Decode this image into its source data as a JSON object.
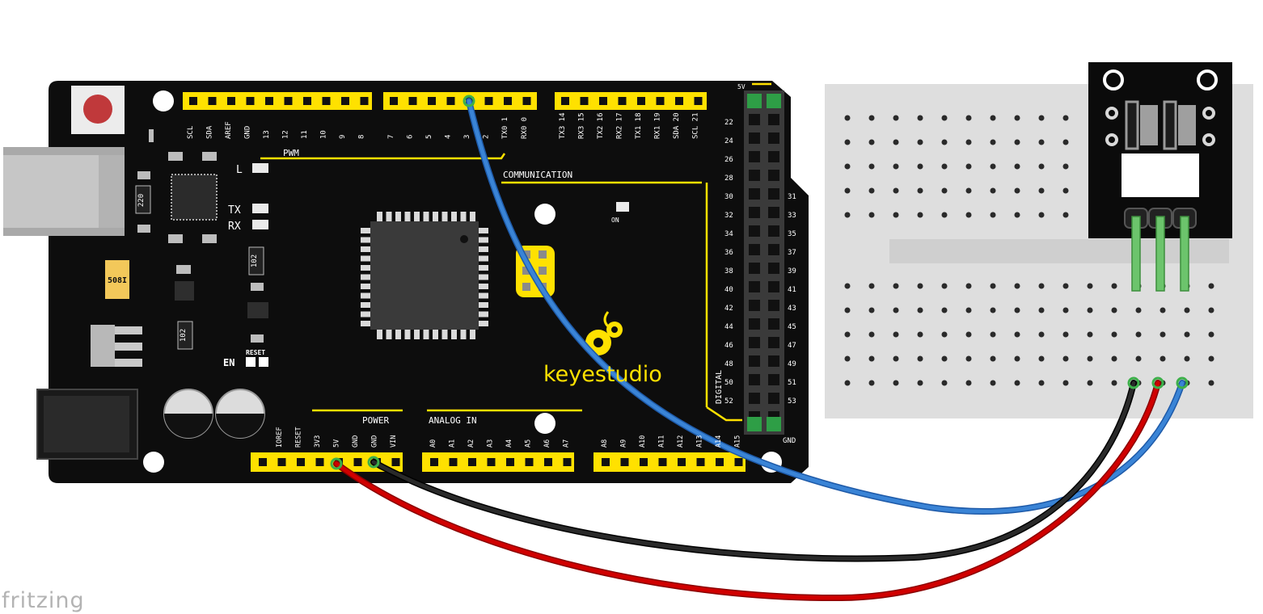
{
  "board": {
    "top_pins": [
      "SCL",
      "SDA",
      "AREF",
      "GND",
      "13",
      "12",
      "11",
      "10",
      "9",
      "8",
      "7",
      "6",
      "5",
      "4",
      "3",
      "2",
      "TX0 1",
      "RX0 0",
      "TX3 14",
      "RX3 15",
      "TX2 16",
      "RX2 17",
      "TX1 18",
      "RX1 19",
      "SDA 20",
      "SCL 21"
    ],
    "pwm_label": "PWM",
    "communication_label": "COMMUNICATION",
    "led_l": "L",
    "led_tx": "TX",
    "led_rx": "RX",
    "led_on": "ON",
    "en_label": "EN",
    "reset_label": "RESET",
    "chip_220": "220",
    "chip_102a": "102",
    "chip_102b": "102",
    "crystal": "508I",
    "brand": "keyestudio",
    "power_label": "POWER",
    "analog_label": "ANALOG IN",
    "power_pins": [
      "IOREF",
      "RESET",
      "3V3",
      "5V",
      "GND",
      "GND",
      "VIN"
    ],
    "analog_pins": [
      "A0",
      "A1",
      "A2",
      "A3",
      "A4",
      "A5",
      "A6",
      "A7",
      "A8",
      "A9",
      "A10",
      "A11",
      "A12",
      "A13",
      "A14",
      "A15"
    ],
    "digital_label": "DIGITAL",
    "header_5v": "5V",
    "header_gnd": "GND",
    "digital_left": [
      "22",
      "24",
      "26",
      "28",
      "30",
      "32",
      "34",
      "36",
      "38",
      "40",
      "42",
      "44",
      "46",
      "48",
      "50",
      "52"
    ],
    "digital_right": [
      "31",
      "33",
      "35",
      "37",
      "39",
      "41",
      "43",
      "45",
      "47",
      "49",
      "51",
      "53"
    ]
  },
  "footer": {
    "logo": "fritzing"
  },
  "colors": {
    "board": "#0d0d0d",
    "header": "#ffe100",
    "wire_blue": "#3a7fd0",
    "wire_red": "#c00000",
    "wire_black": "#111111",
    "breadboard": "#dcdcdc",
    "lead_green": "#5cbf5c"
  }
}
